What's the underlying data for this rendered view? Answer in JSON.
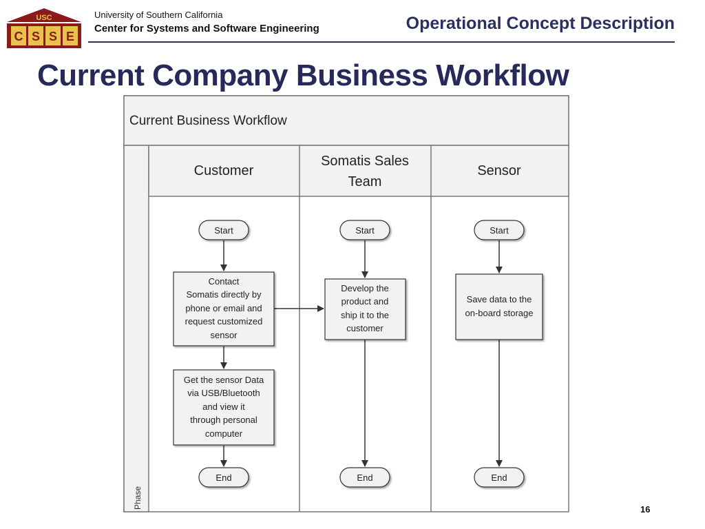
{
  "header": {
    "logo": {
      "top_text": "USC",
      "letters": [
        "C",
        "S",
        "S",
        "E"
      ]
    },
    "university": "University of Southern California",
    "center": "Center for Systems and Software Engineering",
    "section": "Operational Concept Description"
  },
  "slide": {
    "title": "Current Company Business Workflow",
    "page_number": "16"
  },
  "diagram": {
    "title": "Current Business Workflow",
    "phase_label": "Phase",
    "lanes": [
      {
        "header": [
          "Customer"
        ]
      },
      {
        "header": [
          "Somatis Sales",
          "Team"
        ]
      },
      {
        "header": [
          "Sensor"
        ]
      }
    ],
    "terminals": {
      "start": "Start",
      "end": "End"
    },
    "processes": {
      "contact": [
        "Contact",
        "Somatis directly by",
        "phone or email and",
        "request customized",
        "sensor"
      ],
      "get_data": [
        "Get the sensor Data",
        "via USB/Bluetooth",
        "and view it",
        "through personal",
        "computer"
      ],
      "develop": [
        "Develop the",
        "product and",
        "ship it to the",
        "customer"
      ],
      "save": [
        "Save data to the",
        "on-board storage"
      ]
    }
  },
  "colors": {
    "navy": "#2b2f5e",
    "logo_red": "#8b1a1a",
    "logo_gold": "#e8c24a"
  }
}
